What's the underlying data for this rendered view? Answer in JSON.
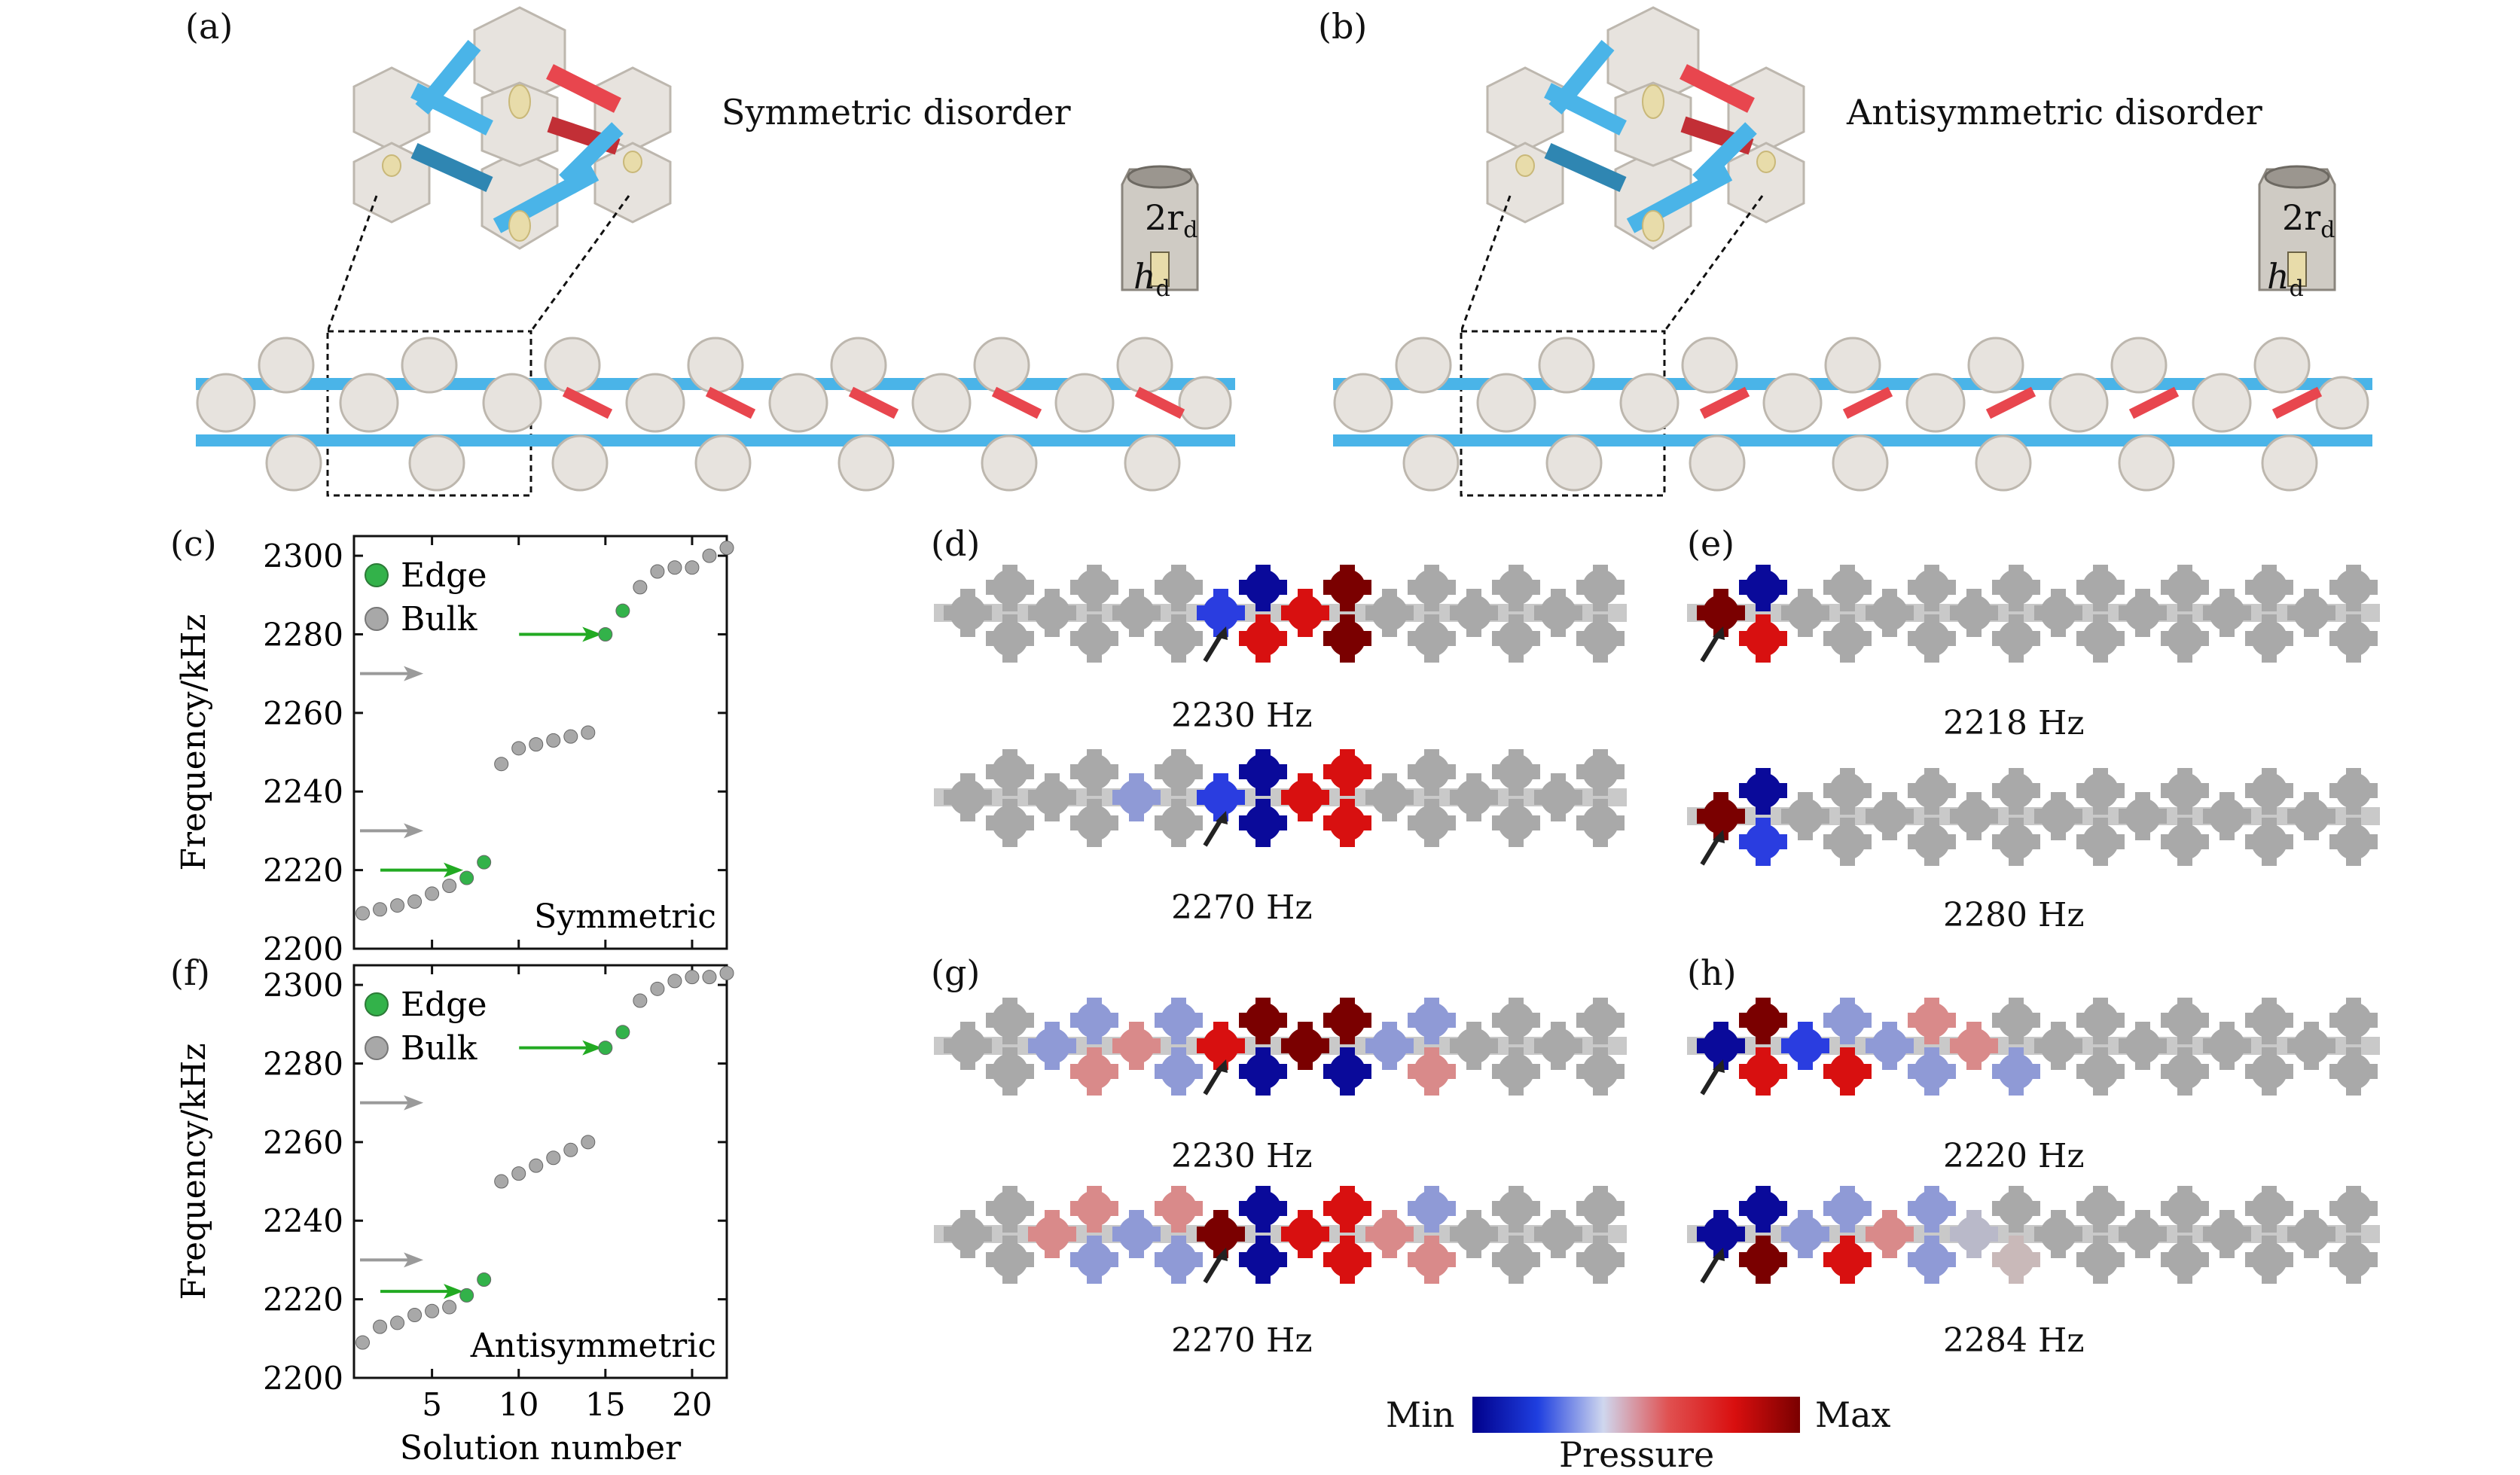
{
  "panel_letters": {
    "a": "(a)",
    "b": "(b)",
    "c": "(c)",
    "d": "(d)",
    "e": "(e)",
    "f": "(f)",
    "g": "(g)",
    "h": "(h)"
  },
  "titles": {
    "a": "Symmetric disorder",
    "b": "Antisymmetric disorder"
  },
  "dimensions": {
    "radius_label": "2r",
    "radius_sub": "d",
    "height_label": "h",
    "height_sub": "d"
  },
  "frequencies": {
    "d_top": "2230 Hz",
    "d_bottom": "2270 Hz",
    "e_top": "2218 Hz",
    "e_bottom": "2280 Hz",
    "g_top": "2230 Hz",
    "g_bottom": "2270 Hz",
    "h_top": "2220 Hz",
    "h_bottom": "2284 Hz"
  },
  "colorbar": {
    "min": "Min",
    "max": "Max",
    "label": "Pressure",
    "colors": [
      "#00008b",
      "#1f3fe0",
      "#cfd7ee",
      "#e05050",
      "#d90f0f",
      "#7a0000"
    ]
  },
  "legend": {
    "edge": "Edge",
    "bulk": "Bulk"
  },
  "colors": {
    "edge": "#33b24a",
    "bulk": "#a8a8a8",
    "edge_arrow": "#22aa22",
    "bulk_arrow": "#9a9a9a",
    "blue_rod": "#4ab4e8",
    "red_rod": "#e8464e"
  },
  "chart_data": [
    {
      "type": "scatter",
      "annotation": "Symmetric",
      "xlabel": "Solution number",
      "ylabel": "Frequency/kHz",
      "xlim": [
        0.5,
        22
      ],
      "ylim": [
        2200,
        2305
      ],
      "xticks": [
        5,
        10,
        15,
        20
      ],
      "yticks": [
        2200,
        2220,
        2240,
        2260,
        2280,
        2300
      ],
      "series": [
        {
          "name": "Bulk",
          "x": [
            1,
            2,
            3,
            4,
            5,
            6,
            9,
            10,
            11,
            12,
            13,
            14,
            17,
            18,
            19,
            20,
            21,
            22
          ],
          "y": [
            2209,
            2210,
            2211,
            2212,
            2214,
            2216,
            2247,
            2251,
            2252,
            2253,
            2254,
            2255,
            2292,
            2296,
            2297,
            2297,
            2300,
            2302
          ]
        },
        {
          "name": "Edge",
          "x": [
            7,
            8,
            15,
            16
          ],
          "y": [
            2218,
            2222,
            2280,
            2286
          ]
        }
      ],
      "arrows": [
        {
          "kind": "edge",
          "y": 2220,
          "x_end": 6.8
        },
        {
          "kind": "edge",
          "y": 2280,
          "x_end": 14.8
        },
        {
          "kind": "bulk",
          "y": 2230,
          "x_end": 4.5
        },
        {
          "kind": "bulk",
          "y": 2270,
          "x_end": 4.5
        }
      ]
    },
    {
      "type": "scatter",
      "annotation": "Antisymmetric",
      "xlabel": "Solution number",
      "ylabel": "Frequency/kHz",
      "xlim": [
        0.5,
        22
      ],
      "ylim": [
        2200,
        2305
      ],
      "xticks": [
        5,
        10,
        15,
        20
      ],
      "yticks": [
        2200,
        2220,
        2240,
        2260,
        2280,
        2300
      ],
      "series": [
        {
          "name": "Bulk",
          "x": [
            1,
            2,
            3,
            4,
            5,
            6,
            9,
            10,
            11,
            12,
            13,
            14,
            17,
            18,
            19,
            20,
            21,
            22
          ],
          "y": [
            2209,
            2213,
            2214,
            2216,
            2217,
            2218,
            2250,
            2252,
            2254,
            2256,
            2258,
            2260,
            2296,
            2299,
            2301,
            2302,
            2302,
            2303
          ]
        },
        {
          "name": "Edge",
          "x": [
            7,
            8,
            15,
            16
          ],
          "y": [
            2221,
            2225,
            2284,
            2288
          ]
        }
      ],
      "arrows": [
        {
          "kind": "edge",
          "y": 2222,
          "x_end": 6.8
        },
        {
          "kind": "edge",
          "y": 2284,
          "x_end": 14.8
        },
        {
          "kind": "bulk",
          "y": 2230,
          "x_end": 4.5
        },
        {
          "kind": "bulk",
          "y": 2270,
          "x_end": 4.5
        }
      ]
    }
  ]
}
